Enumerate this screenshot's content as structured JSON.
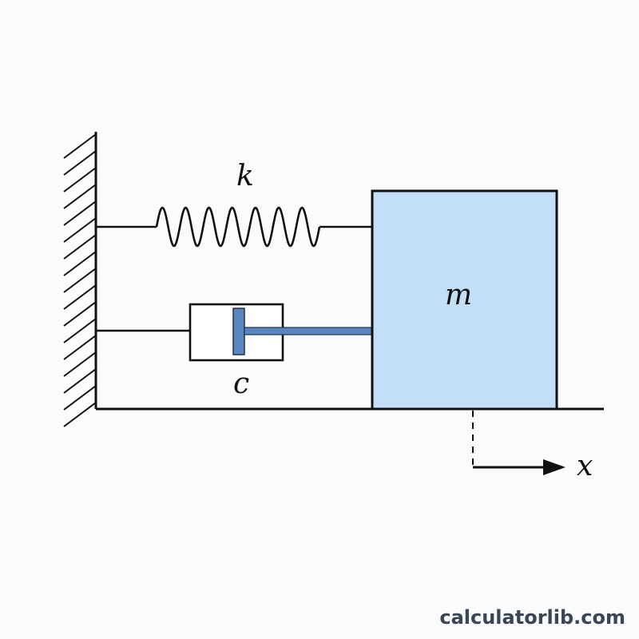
{
  "diagram": {
    "labels": {
      "spring": "k",
      "damper": "c",
      "mass": "m",
      "displacement": "x"
    },
    "watermark": "calculatorlib.com",
    "colors": {
      "line": "#111111",
      "mass_fill": "#c3def7",
      "piston_fill": "#5a86c0",
      "background": "#f9fbfc"
    },
    "icons": {
      "wall": "hatched-wall-icon",
      "spring": "spring-icon",
      "damper": "damper-icon",
      "arrow": "arrow-right-icon"
    }
  }
}
